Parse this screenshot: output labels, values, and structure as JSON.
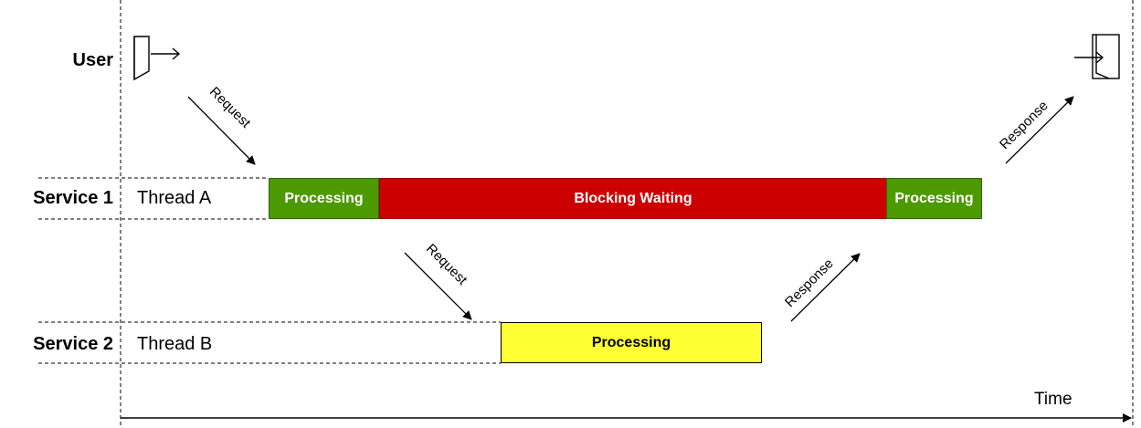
{
  "lanes": {
    "user": {
      "label": "User"
    },
    "service1": {
      "label": "Service 1",
      "thread": "Thread A"
    },
    "service2": {
      "label": "Service 2",
      "thread": "Thread B"
    }
  },
  "blocks": {
    "s1_processing_1": "Processing",
    "s1_blocking": "Blocking Waiting",
    "s1_processing_2": "Processing",
    "s2_processing": "Processing"
  },
  "messages": {
    "user_request": "Request",
    "s1_request": "Request",
    "s2_response": "Response",
    "s1_response": "Response"
  },
  "axis": {
    "time_label": "Time"
  },
  "icons": {
    "user_exit": "exit-door-icon",
    "user_enter": "enter-door-icon"
  },
  "colors": {
    "processing_green": "#4d9900",
    "blocking_red": "#cc0000",
    "processing_yellow": "#ffff33"
  }
}
